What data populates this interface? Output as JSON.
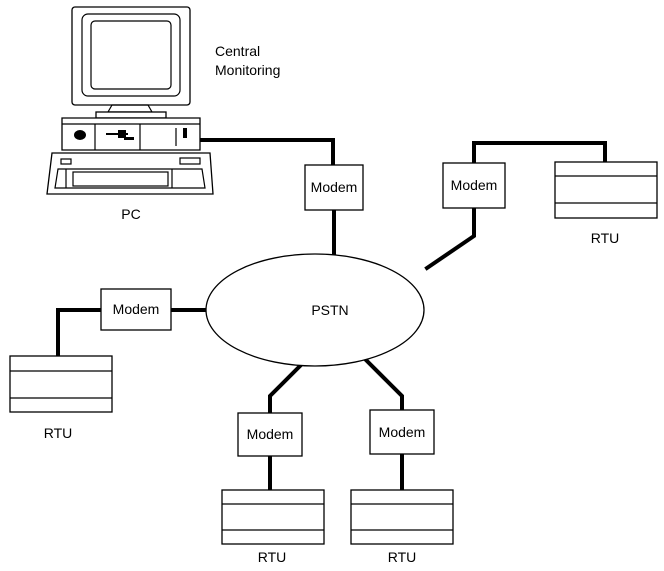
{
  "pc": {
    "label": "PC",
    "caption_line1": "Central",
    "caption_line2": "Monitoring"
  },
  "network": {
    "label": "PSTN"
  },
  "modems": [
    {
      "label": "Modem"
    },
    {
      "label": "Modem"
    },
    {
      "label": "Modem"
    },
    {
      "label": "Modem"
    },
    {
      "label": "Modem"
    }
  ],
  "rtus": [
    {
      "label": "RTU"
    },
    {
      "label": "RTU"
    },
    {
      "label": "RTU"
    },
    {
      "label": "RTU"
    }
  ]
}
